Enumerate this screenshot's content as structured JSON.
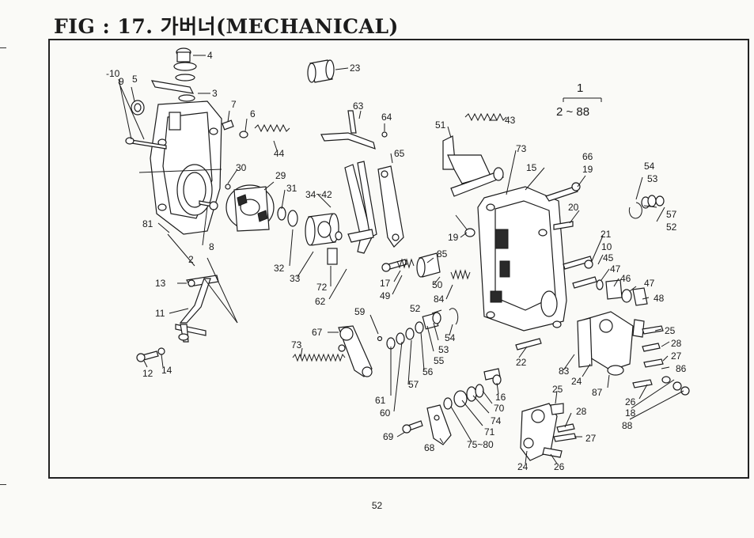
{
  "header": {
    "title": "FIG : 17. 가버너(MECHANICAL)"
  },
  "page_number": "52",
  "assembly_note": {
    "top": "1",
    "range": "2 ~ 88"
  },
  "callouts": [
    "-10",
    "9",
    "5",
    "4",
    "23",
    "3",
    "7",
    "6",
    "44",
    "63",
    "64",
    "51",
    "43",
    "73",
    "66",
    "19",
    "54",
    "53",
    "57",
    "52",
    "30",
    "29",
    "31",
    "34~42",
    "65",
    "15",
    "20",
    "21",
    "10",
    "45",
    "47",
    "46",
    "47",
    "48",
    "81",
    "8",
    "2",
    "32",
    "33",
    "72",
    "62",
    "85",
    "50",
    "84",
    "17",
    "49",
    "19",
    "13",
    "11",
    "12",
    "14",
    "59",
    "67",
    "73",
    "52",
    "54",
    "53",
    "55",
    "56",
    "57",
    "61",
    "60",
    "25",
    "28",
    "27",
    "86",
    "22",
    "83",
    "24",
    "87",
    "26",
    "18",
    "88",
    "16",
    "70",
    "74",
    "71",
    "75~80",
    "69",
    "68",
    "25",
    "28",
    "27",
    "24",
    "26"
  ]
}
